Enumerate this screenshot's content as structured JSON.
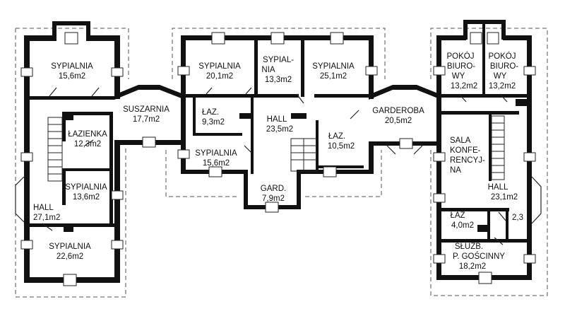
{
  "rooms": [
    {
      "id": "sypialnia-nw",
      "lines": [
        "SYPIALNIA",
        "15,6m2"
      ]
    },
    {
      "id": "suszarnia",
      "lines": [
        "SUSZARNIA",
        "17,7m2"
      ]
    },
    {
      "id": "lazienka",
      "lines": [
        "ŁAZIENKA",
        "12,3m2"
      ]
    },
    {
      "id": "sypialnia-w-mid",
      "lines": [
        "SYPIALNIA",
        "13,6m2"
      ]
    },
    {
      "id": "hall-west",
      "lines": [
        "HALL",
        "27,1m2"
      ]
    },
    {
      "id": "sypialnia-sw",
      "lines": [
        "SYPIALNIA",
        "22,6m2"
      ]
    },
    {
      "id": "sypialnia-c1",
      "lines": [
        "SYPIALNIA",
        "20,1m2"
      ]
    },
    {
      "id": "sypialnia-c2",
      "lines": [
        "SYPIAL-",
        "NIA",
        "13,3m2"
      ]
    },
    {
      "id": "sypialnia-c3",
      "lines": [
        "SYPIALNIA",
        "25,1m2"
      ]
    },
    {
      "id": "laz-c1",
      "lines": [
        "ŁAZ.",
        "9,3m2"
      ]
    },
    {
      "id": "hall-center",
      "lines": [
        "HALL",
        "23,5m2"
      ]
    },
    {
      "id": "laz-c2",
      "lines": [
        "ŁAZ.",
        "10,5m2"
      ]
    },
    {
      "id": "sypialnia-c4",
      "lines": [
        "SYPIALNIA",
        "15,6m2"
      ]
    },
    {
      "id": "gard",
      "lines": [
        "GARD.",
        "7,9m2"
      ]
    },
    {
      "id": "garderoba",
      "lines": [
        "GARDEROBA",
        "20,5m2"
      ]
    },
    {
      "id": "pokoj-biurowy-1",
      "lines": [
        "POKÓJ",
        "BIURO-",
        "WY",
        "13,2m2"
      ]
    },
    {
      "id": "pokoj-biurowy-2",
      "lines": [
        "POKÓJ",
        "BIURO-",
        "WY",
        "13,2m2"
      ]
    },
    {
      "id": "sala-konferencyjna",
      "lines": [
        "SALA",
        "KONFE-",
        "RENCYJ-",
        "NA"
      ]
    },
    {
      "id": "hall-east",
      "lines": [
        "HALL",
        "23,1m2"
      ]
    },
    {
      "id": "laz-east",
      "lines": [
        "ŁAZ",
        "4,0m2"
      ]
    },
    {
      "id": "small-east",
      "lines": [
        "2,3"
      ]
    },
    {
      "id": "sluzb-pokoj-goscinny",
      "lines": [
        "SŁUŻB.",
        "P. GOŚCINNY",
        "18,2m2"
      ]
    }
  ]
}
